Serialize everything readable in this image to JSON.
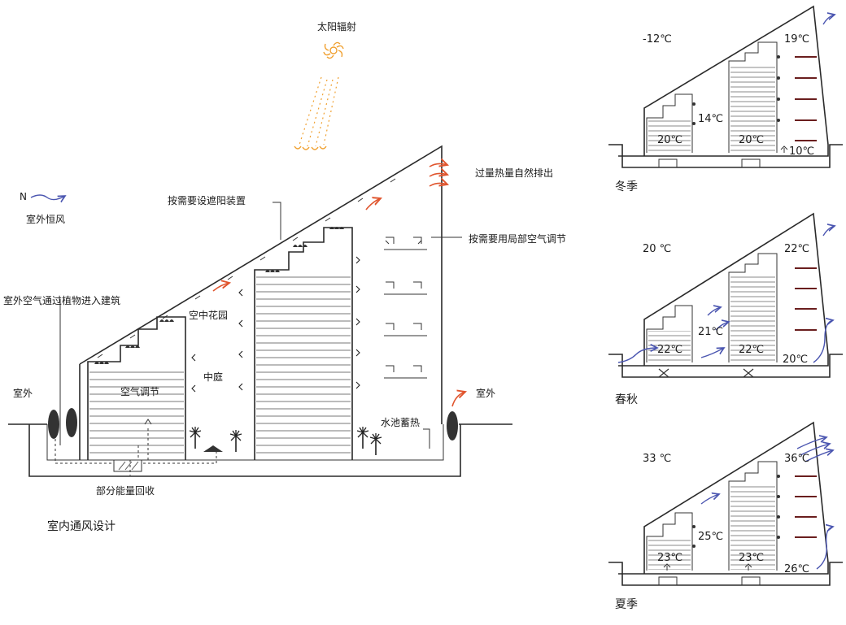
{
  "main": {
    "solar_radiation": "太阳辐射",
    "north": "N",
    "prevailing_wind": "室外恒风",
    "shading_device": "按需要设遮阳装置",
    "exhaust": "过量热量自然排出",
    "local_ac": "按需要用局部空气调节",
    "plant_intake": "室外空气通过植物进入建筑",
    "sky_garden": "空中花园",
    "atrium": "中庭",
    "air_conditioning": "空气调节",
    "outdoor_left": "室外",
    "outdoor_right": "室外",
    "pool_storage": "水池蓄热",
    "energy_recovery": "部分能量回收",
    "title": "室内通风设计"
  },
  "winter": {
    "season": "冬季",
    "outside": "-12℃",
    "top": "19℃",
    "mid": "14℃",
    "left_floor": "20℃",
    "right_floor": "20℃",
    "atrium_floor": "10℃"
  },
  "spring_autumn": {
    "season": "春秋",
    "outside": "20 ℃",
    "top": "22℃",
    "mid": "21℃",
    "left_floor": "22℃",
    "right_floor": "22℃",
    "atrium_floor": "20℃"
  },
  "summer": {
    "season": "夏季",
    "outside": "33 ℃",
    "top": "36℃",
    "mid": "25℃",
    "left_floor": "23℃",
    "right_floor": "23℃",
    "atrium_floor": "26℃"
  },
  "colors": {
    "airflow_blue": "#4a55b0",
    "heat_red": "#e0552e",
    "sun_orange": "#f0a030",
    "line": "#2a2a2a"
  }
}
